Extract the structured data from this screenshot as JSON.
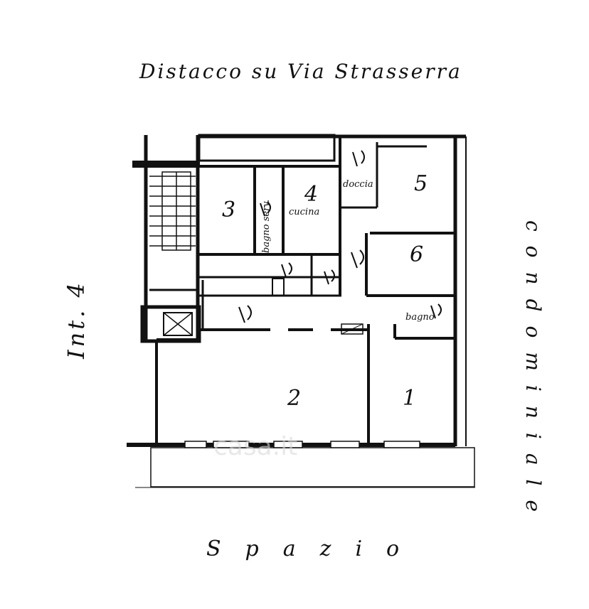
{
  "header": {
    "title": "Distacco su Via Strasserra"
  },
  "side_left": {
    "text": "Int. 4"
  },
  "side_right": {
    "text": "condominiale"
  },
  "footer": {
    "text": "Spazio"
  },
  "rooms": {
    "r1": "1",
    "r2": "2",
    "r3": "3",
    "r4": "4",
    "r5": "5",
    "r6": "6",
    "cucina": "cucina",
    "doccia": "doccia",
    "bagno_serv": "bagno serv.",
    "bagno": "bagno"
  },
  "watermark": {
    "text": "casa.it"
  }
}
